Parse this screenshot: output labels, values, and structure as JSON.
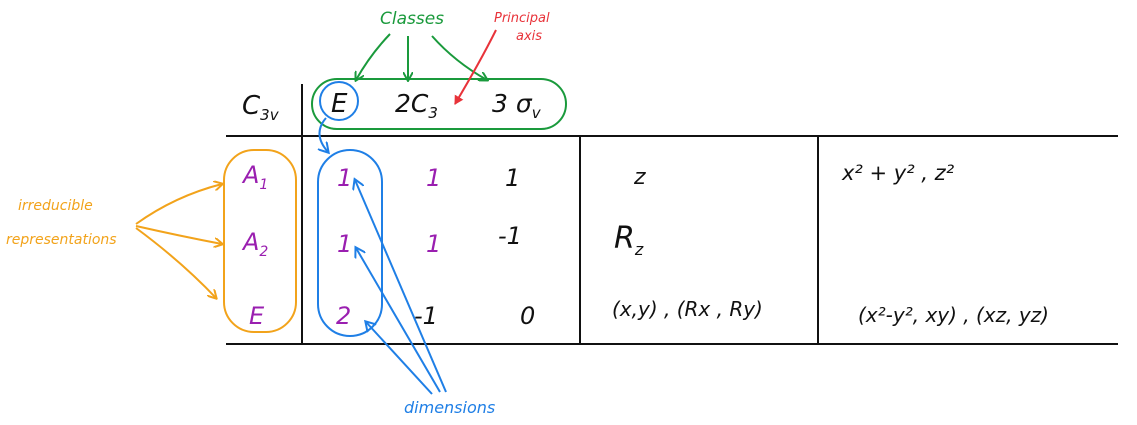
{
  "colors": {
    "ink": "#111111",
    "green": "#1a9a3c",
    "red": "#e8333a",
    "orange": "#f2a31b",
    "blue": "#1f7fe6",
    "purple": "#9a1fb0"
  },
  "annotations": {
    "classes": "Classes",
    "principal_axis_line1": "Principal",
    "principal_axis_line2": "axis",
    "irreducible_line1": "irreducible",
    "irreducible_line2": "representations",
    "dimensions": "dimensions"
  },
  "table": {
    "group": "C",
    "group_sub": "3v",
    "header": {
      "e": "E",
      "c3_coef": "2C",
      "c3_sub": "3",
      "sigma": "3 σ",
      "sigma_sub": "v"
    },
    "rows": [
      {
        "label": "A",
        "label_sub": "1",
        "e": "1",
        "c3": "1",
        "sigma": "1",
        "linear": "z",
        "quadratic": "x² + y² , z²"
      },
      {
        "label": "A",
        "label_sub": "2",
        "e": "1",
        "c3": "1",
        "sigma": "-1",
        "linear": "R",
        "linear_sub": "z",
        "quadratic": ""
      },
      {
        "label": "E",
        "e": "2",
        "c3": "-1",
        "sigma": "0",
        "linear": "(x,y) , (Rx , Ry)",
        "quadratic": "(x²-y², xy) , (xz, yz)"
      }
    ]
  }
}
